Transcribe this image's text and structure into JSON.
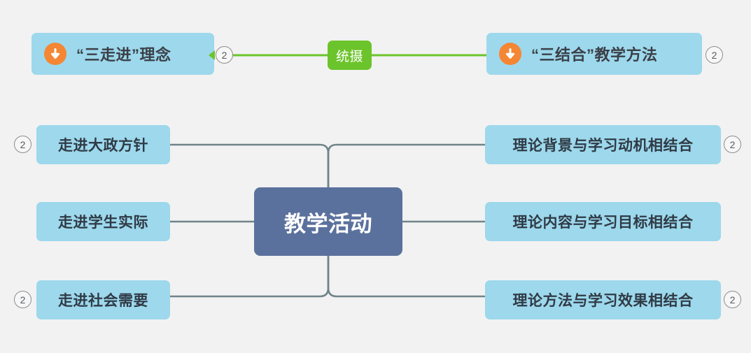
{
  "colors": {
    "background": "#f2f2f2",
    "topic_fill": "#9dd8ec",
    "root_fill": "#5b719d",
    "relation_fill": "#6cc42c",
    "connector": "#6f8489",
    "icon_orange": "#f58634",
    "badge_border": "#8d8d8d"
  },
  "root": {
    "label": "教学活动"
  },
  "topics": [
    {
      "id": "topic-left",
      "label": "“三走进”理念",
      "icon": "arrow-down-circle-icon",
      "badge": "2"
    },
    {
      "id": "topic-right",
      "label": "“三结合”教学方法",
      "icon": "arrow-down-circle-icon",
      "badge": "2"
    }
  ],
  "relation": {
    "label": "统摄",
    "from": "topic-left",
    "to": "topic-right"
  },
  "left_branches": [
    {
      "label": "走进大政方针",
      "badge": "2"
    },
    {
      "label": "走进学生实际",
      "badge": ""
    },
    {
      "label": "走进社会需要",
      "badge": "2"
    }
  ],
  "right_branches": [
    {
      "label": "理论背景与学习动机相结合",
      "badge": "2"
    },
    {
      "label": "理论内容与学习目标相结合",
      "badge": ""
    },
    {
      "label": "理论方法与学习效果相结合",
      "badge": "2"
    }
  ]
}
